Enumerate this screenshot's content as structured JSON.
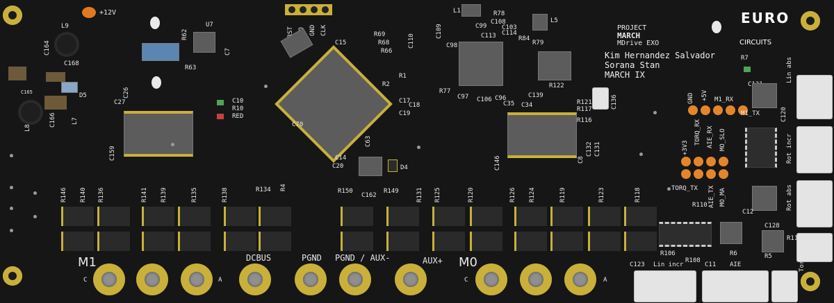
{
  "board": {
    "power_label": "+12V",
    "project_logo": [
      "PROJECT",
      "MARCH"
    ],
    "board_name": "MDrive EXO",
    "authors": [
      "Kim Hernandez Salvador",
      "Sorana Stan",
      "MARCH IX"
    ],
    "maker_logo": [
      "EURO",
      "CIRCUITS"
    ]
  },
  "header_pins": [
    "nRST",
    "IO",
    "GND",
    "CLK"
  ],
  "motor_groups": {
    "m1": "M1",
    "m0": "M0",
    "pad_marks": [
      "C",
      "A",
      "C",
      "A"
    ]
  },
  "pad_labels": {
    "dcbus": "DCBUS",
    "pgnd": "PGND",
    "pgnd_aux": "PGND / AUX-",
    "aux_plus": "AUX+"
  },
  "signal_labels": {
    "gnd": "GND",
    "plus5v": "+5V",
    "m1_rx": "M1_RX",
    "m1_tx": "M1_TX",
    "torq_rx": "TORQ_RX",
    "aie_rx": "AIE_RX",
    "mo_slo": "MO_SLO",
    "plus3v3": "+3V3",
    "aie_tx": "AIE_TX",
    "mo_ma": "MO_MA",
    "torq_tx": "TORQ_TX"
  },
  "connector_labels": {
    "lin_abs": "Lin abs",
    "rot_incr": "Rot incr",
    "rot_abs": "Rot abs",
    "torq": "Torq",
    "lin_incr": "Lin incr",
    "aie": "AIE"
  },
  "refdes": {
    "l9": "L9",
    "c164": "C164",
    "c168": "C168",
    "c165": "C165",
    "d5": "D5",
    "l8": "L8",
    "l7": "L7",
    "c166": "C166",
    "r62": "R62",
    "r63": "R63",
    "u7": "U7",
    "c7": "C7",
    "c26": "C26",
    "c27": "C27",
    "c159": "C159",
    "c10": "C10",
    "r10": "R10",
    "red": "RED",
    "c15": "C15",
    "c14": "C14",
    "c20": "C20",
    "c63": "C63",
    "d4": "D4",
    "c70": "C70",
    "r69": "R69",
    "r68": "R68",
    "r66": "R66",
    "r1": "R1",
    "r2": "R2",
    "c18": "C18",
    "c19": "C19",
    "c17": "C17",
    "l1": "L1",
    "r78": "R78",
    "c108": "C108",
    "c103": "C103",
    "c114": "C114",
    "c109": "C109",
    "c99": "C99",
    "c113": "C113",
    "l5": "L5",
    "r84": "R84",
    "c110": "C110",
    "c98": "C98",
    "r79": "R79",
    "r122": "R122",
    "c139": "C139",
    "c35": "C35",
    "r121": "R121",
    "r117": "R117",
    "r116": "R116",
    "c136": "C136",
    "c132": "C132",
    "c131": "C131",
    "c8": "C8",
    "c146": "C146",
    "c97": "C97",
    "c106": "C106",
    "c96": "C96",
    "c34": "C34",
    "r77": "R77",
    "r7": "R7",
    "c121": "C121",
    "c120": "C120",
    "r146": "R146",
    "r140": "R140",
    "r136": "R136",
    "r141": "R141",
    "r139": "R139",
    "r135": "R135",
    "r138": "R138",
    "r134": "R134",
    "r4": "R4",
    "r150": "R150",
    "c162": "C162",
    "r149": "R149",
    "r131": "R131",
    "r125": "R125",
    "r120": "R120",
    "r126": "R126",
    "r124": "R124",
    "r119": "R119",
    "r123": "R123",
    "r118": "R118",
    "r110": "R110",
    "c12": "C12",
    "c128": "C128",
    "r106": "R106",
    "r108": "R108",
    "r6": "R6",
    "r5": "R5",
    "c123": "C123",
    "c11": "C11",
    "r11": "R11"
  },
  "colors": {
    "board": "#161616",
    "silk": "#e8e8e8",
    "gold": "#c9b03a",
    "ic": "#5c5c5c",
    "pin_orange": "#e3862b"
  }
}
